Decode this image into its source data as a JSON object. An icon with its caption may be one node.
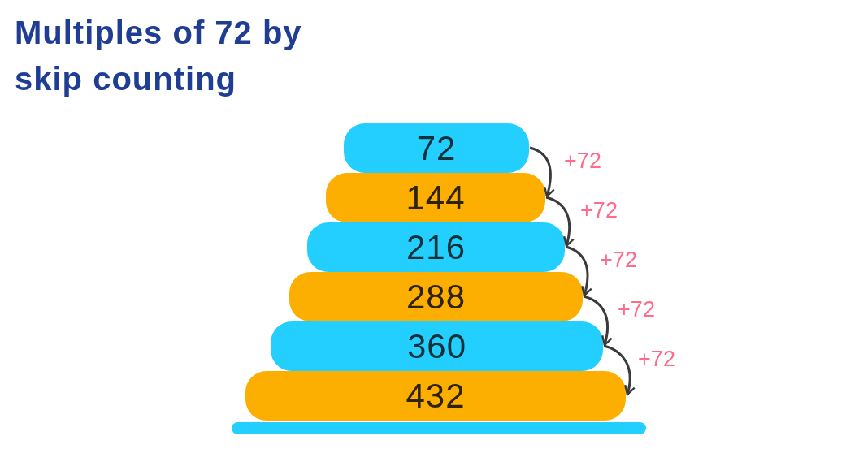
{
  "diagram": {
    "title": "Multiples of 72 by skip counting",
    "nodes": [
      {
        "text": [
          "72"
        ]
      },
      {
        "text": [
          "144"
        ]
      },
      {
        "text": [
          "216"
        ]
      },
      {
        "text": [
          "288"
        ]
      },
      {
        "text": [
          "360"
        ]
      },
      {
        "text": [
          "432"
        ]
      },
      {
        "text": [],
        "shape": "bar"
      }
    ],
    "edges": [
      {
        "from": 0,
        "to": 1,
        "arrow": "to",
        "label": "+72"
      },
      {
        "from": 1,
        "to": 2,
        "arrow": "to",
        "label": "+72"
      },
      {
        "from": 2,
        "to": 3,
        "arrow": "to",
        "label": "+72"
      },
      {
        "from": 3,
        "to": 4,
        "arrow": "to",
        "label": "+72"
      },
      {
        "from": 4,
        "to": 5,
        "arrow": "to",
        "label": "+72"
      }
    ]
  }
}
